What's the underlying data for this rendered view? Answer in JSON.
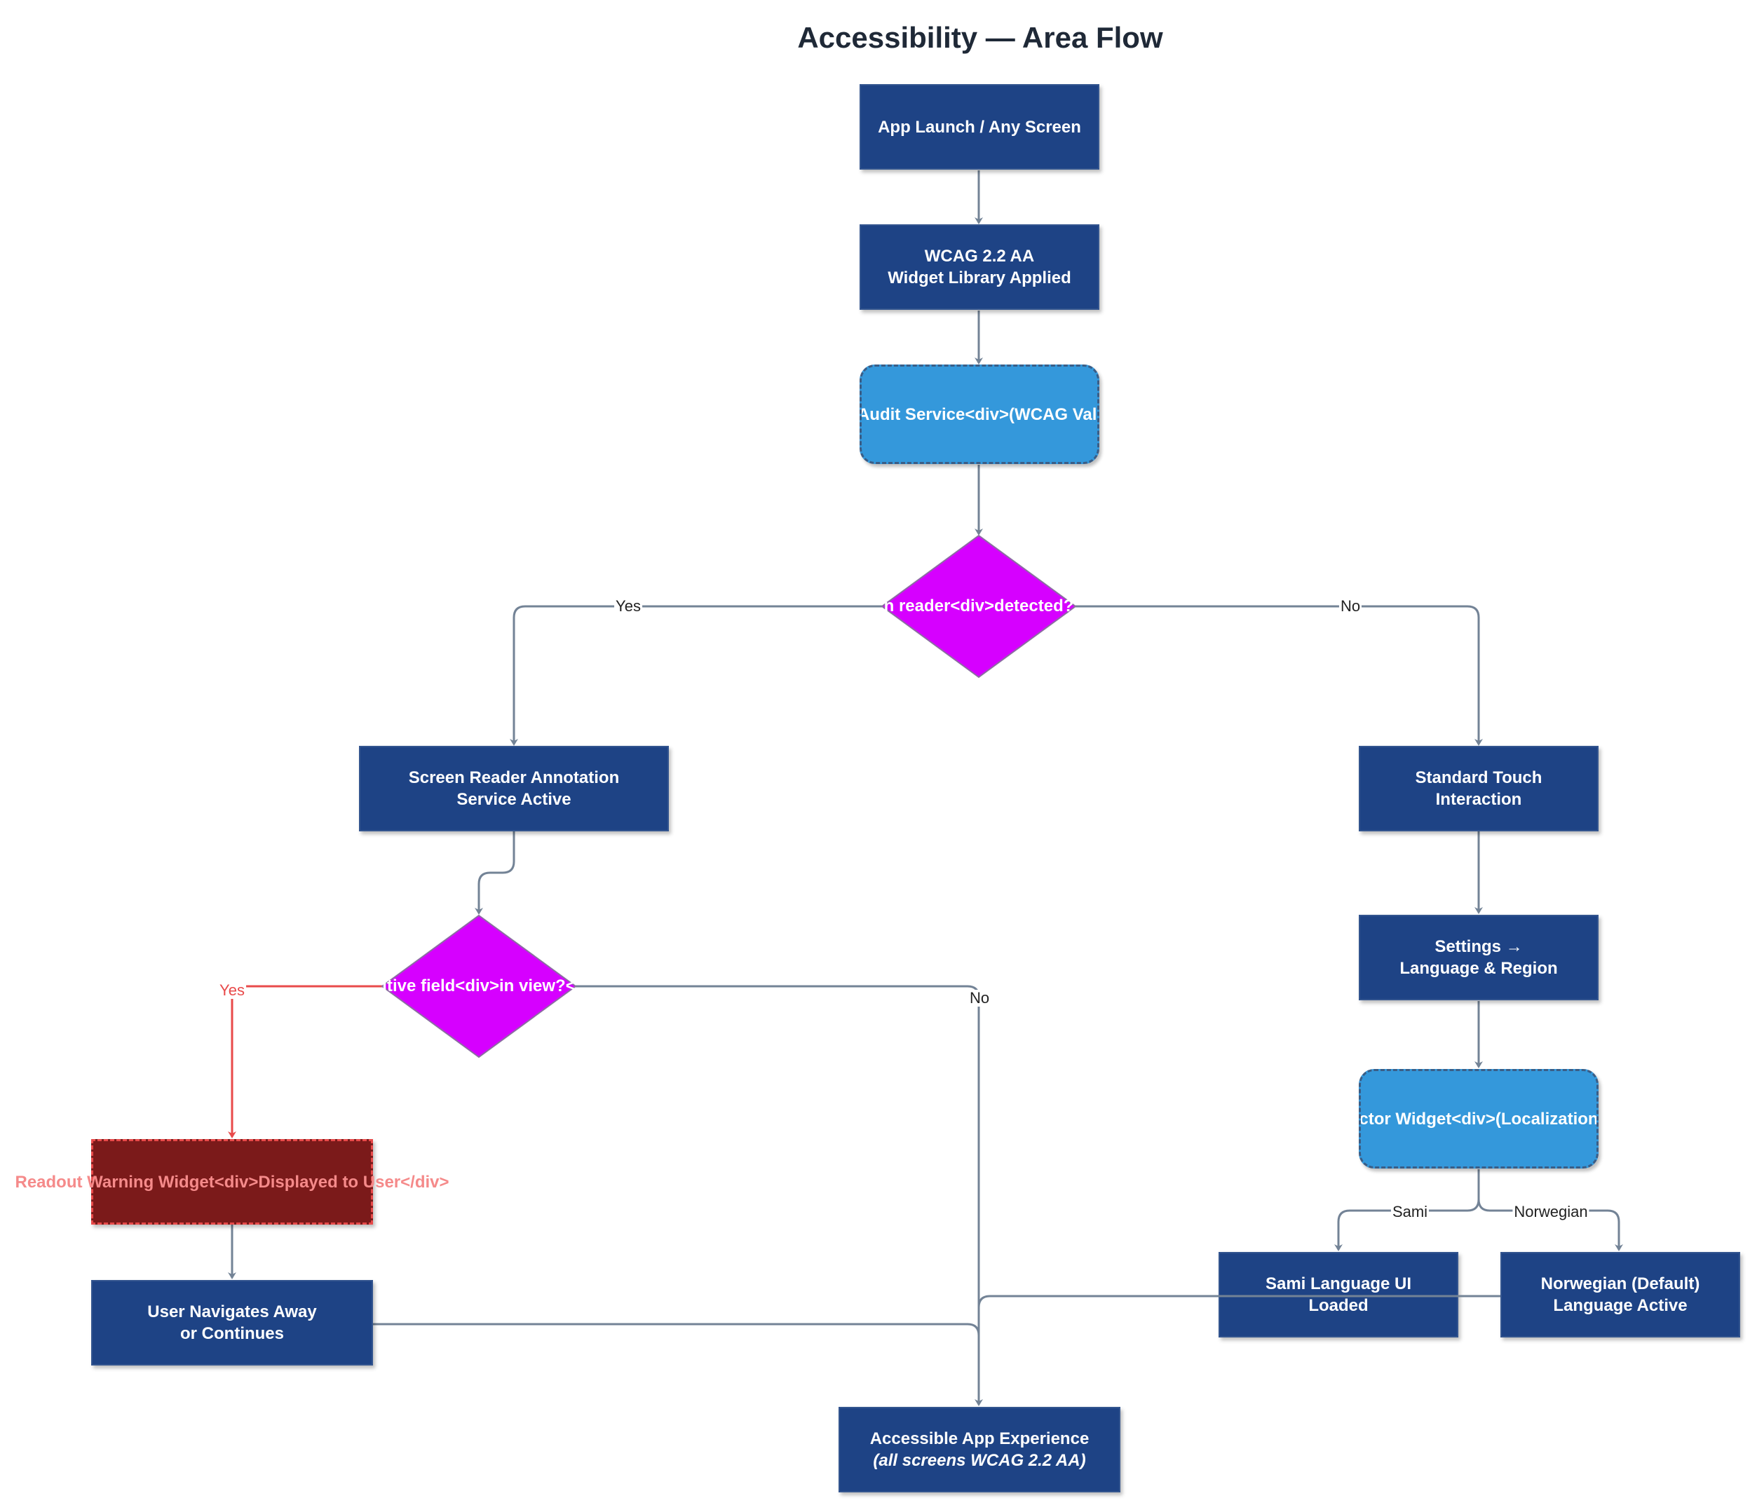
{
  "title": "Accessibility — Area Flow",
  "nodes": {
    "app_launch": "App Launch / Any Screen",
    "wcag_library": "WCAG 2.2 AA\nWidget Library Applied",
    "audit_service": "Audit Service<div>(WCAG Vali",
    "screen_reader_decision": "n reader<div>detected?",
    "screen_reader_annotation": "Screen Reader Annotation\nService Active",
    "standard_touch": "Standard Touch\nInteraction",
    "sensitive_field_decision": "itive field<div>in view?<",
    "settings_language": "Settings →\nLanguage & Region",
    "selector_widget": "ctor Widget<div>(Localization",
    "readout_warning": "Readout Warning Widget<div>Displayed to User</div>",
    "user_navigates": "User Navigates Away\nor Continues",
    "sami_ui": "Sami Language UI\nLoaded",
    "norwegian_default": "Norwegian (Default)\nLanguage Active",
    "accessible_experience_line1": "Accessible App Experience",
    "accessible_experience_line2": "(all screens WCAG 2.2 AA)"
  },
  "edge_labels": {
    "yes_top": "Yes",
    "no_top": "No",
    "yes_left": "Yes",
    "no_mid": "No",
    "sami": "Sami",
    "norwegian": "Norwegian"
  },
  "colors": {
    "process": "#1e4385",
    "service": "#3498db",
    "decision": "#d600ff",
    "warning": "#7b1a1a",
    "warning_edge": "#e84a4a",
    "edge": "#738396"
  }
}
